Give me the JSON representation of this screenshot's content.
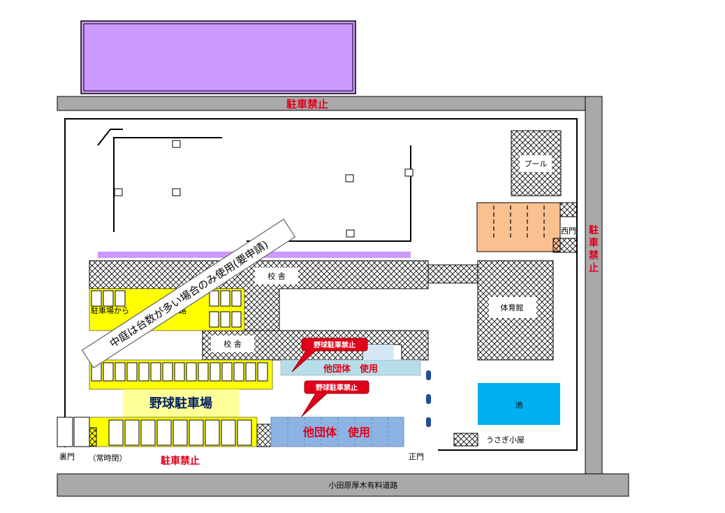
{
  "labels": {
    "no_parking_top": "駐車禁止",
    "no_parking_right": "駐車禁止",
    "no_parking_bottom": "駐車禁止",
    "pool": "プール",
    "west_gate": "西門",
    "school_building_1": "校 舎",
    "school_building_2": "校 舎",
    "gym": "体育館",
    "pond": "池",
    "rabbit_hut": "うさぎ小屋",
    "main_gate": "正門",
    "back_gate": "裏門",
    "always_closed": "（常時閉）",
    "road": "小田原厚木有料道路",
    "baseball_parking": "野球駐車場",
    "other_group_use_1": "他団体　使用",
    "other_group_use_2": "他団体　使用",
    "courtyard_note": "中庭は台数が多い場合のみ使用(要申請)",
    "path_note": "駐車場から",
    "path_note_tail": "路"
  },
  "callouts": [
    {
      "text": "野球駐車禁止"
    },
    {
      "text": "野球駐車禁止"
    }
  ],
  "colors": {
    "road_gray": "#a9a9a9",
    "purple": "#cc99ff",
    "yellow": "#ffff00",
    "light_yellow": "#ffff99",
    "orange": "#fac090",
    "pond_cyan": "#00b0f0",
    "light_blue": "#b7dde8",
    "blue_zone": "#8db3e2",
    "red": "#e0001b",
    "cone_blue": "#1f4e9a"
  }
}
